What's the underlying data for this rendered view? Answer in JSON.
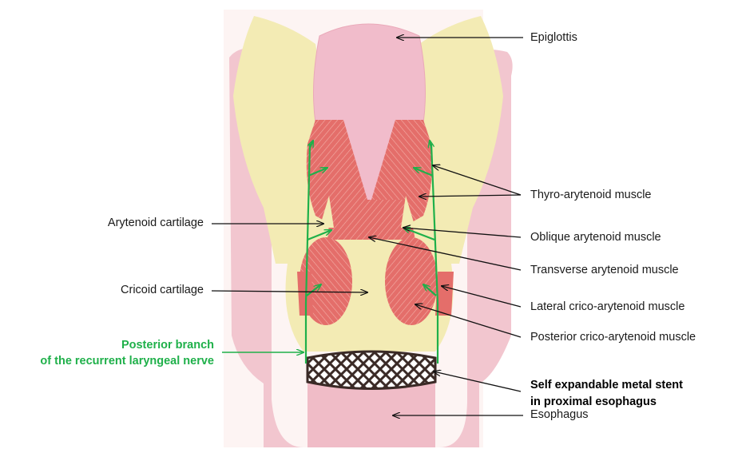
{
  "labels": {
    "epiglottis": "Epiglottis",
    "thyro_arytenoid": "Thyro-arytenoid muscle",
    "arytenoid_cartilage": "Arytenoid cartilage",
    "oblique_arytenoid": "Oblique arytenoid muscle",
    "transverse_arytenoid": "Transverse arytenoid muscle",
    "cricoid_cartilage": "Cricoid cartilage",
    "lateral_crico_arytenoid": "Lateral crico-arytenoid muscle",
    "posterior_crico_arytenoid": "Posterior crico-arytenoid muscle",
    "nerve_line1": "Posterior branch",
    "nerve_line2": "of the recurrent laryngeal nerve",
    "stent_line1": "Self expandable metal stent",
    "stent_line2": "in proximal esophagus",
    "esophagus": "Esophagus"
  },
  "colors": {
    "cartilage": "#f3ebb4",
    "pink_tissue": "#f2c6cf",
    "epiglottis": "#f1bccb",
    "muscle": "#e46e6a",
    "nerve": "#1fb04a",
    "stent": "#3a2a26",
    "label_green": "#1fb04a"
  }
}
